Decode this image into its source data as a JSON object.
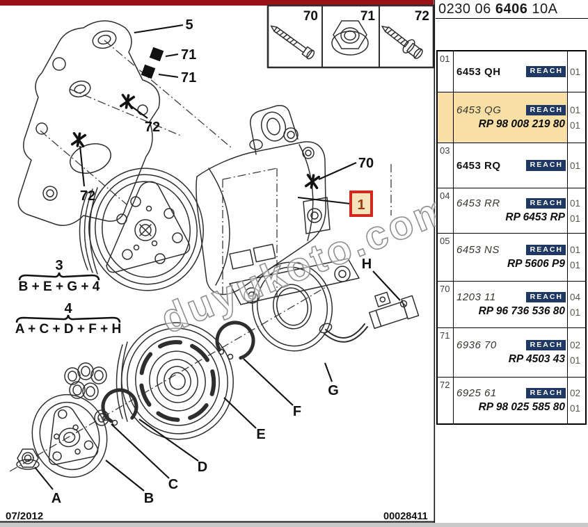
{
  "header": {
    "code_prefix": "0230 06 ",
    "code_bold": "6406",
    "code_suffix": " 10A"
  },
  "inset": {
    "items": [
      {
        "num": "70",
        "icon": "bolt-icon"
      },
      {
        "num": "71",
        "icon": "flange-nut-icon"
      },
      {
        "num": "72",
        "icon": "hex-screw-icon"
      }
    ]
  },
  "diagram": {
    "watermark": "duyukoto.com",
    "labels": {
      "l5": "5",
      "l71a": "71",
      "l71b": "71",
      "l72a": "72",
      "l72b": "72",
      "l70": "70",
      "l1": "1"
    },
    "letters": {
      "a": "A",
      "b": "B",
      "c": "C",
      "d": "D",
      "e": "E",
      "f": "F",
      "g": "G",
      "h": "H"
    },
    "formulas": [
      {
        "num": "3",
        "expr": "B + E + G + 4"
      },
      {
        "num": "4",
        "expr": "A + C + D + F + H"
      }
    ]
  },
  "table": {
    "reach_label": "REACH",
    "rows": [
      {
        "idx": "01",
        "ref": "6453 QH",
        "rp": "",
        "qty1": "01",
        "qty2": ""
      },
      {
        "idx": "",
        "ref": "6453 QG",
        "rp": "RP 98 008 219 80",
        "qty1": "01",
        "qty2": "01"
      },
      {
        "idx": "03",
        "ref": "6453 RQ",
        "rp": "",
        "qty1": "01",
        "qty2": ""
      },
      {
        "idx": "04",
        "ref": "6453 RR",
        "rp": "RP 6453 RP",
        "qty1": "01",
        "qty2": "01"
      },
      {
        "idx": "05",
        "ref": "6453 NS",
        "rp": "RP 5606 P9",
        "qty1": "01",
        "qty2": "01"
      },
      {
        "idx": "70",
        "ref": "1203 11",
        "rp": "RP 96 736 536 80",
        "qty1": "04",
        "qty2": "01"
      },
      {
        "idx": "71",
        "ref": "6936 70",
        "rp": "RP 4503 43",
        "qty1": "02",
        "qty2": "01"
      },
      {
        "idx": "72",
        "ref": "6925 61",
        "rp": "RP 98 025 585 80",
        "qty1": "02",
        "qty2": "01"
      }
    ]
  },
  "footer": {
    "date": "07/2012",
    "doc_number": "00028411"
  },
  "colors": {
    "accent_red": "#9A1017",
    "highlight": "#F7DFA6",
    "reach_bg": "#1F3864",
    "callout_border": "#D3281E",
    "callout_bg": "#F6E3BC",
    "callout_text": "#9C3A10"
  }
}
